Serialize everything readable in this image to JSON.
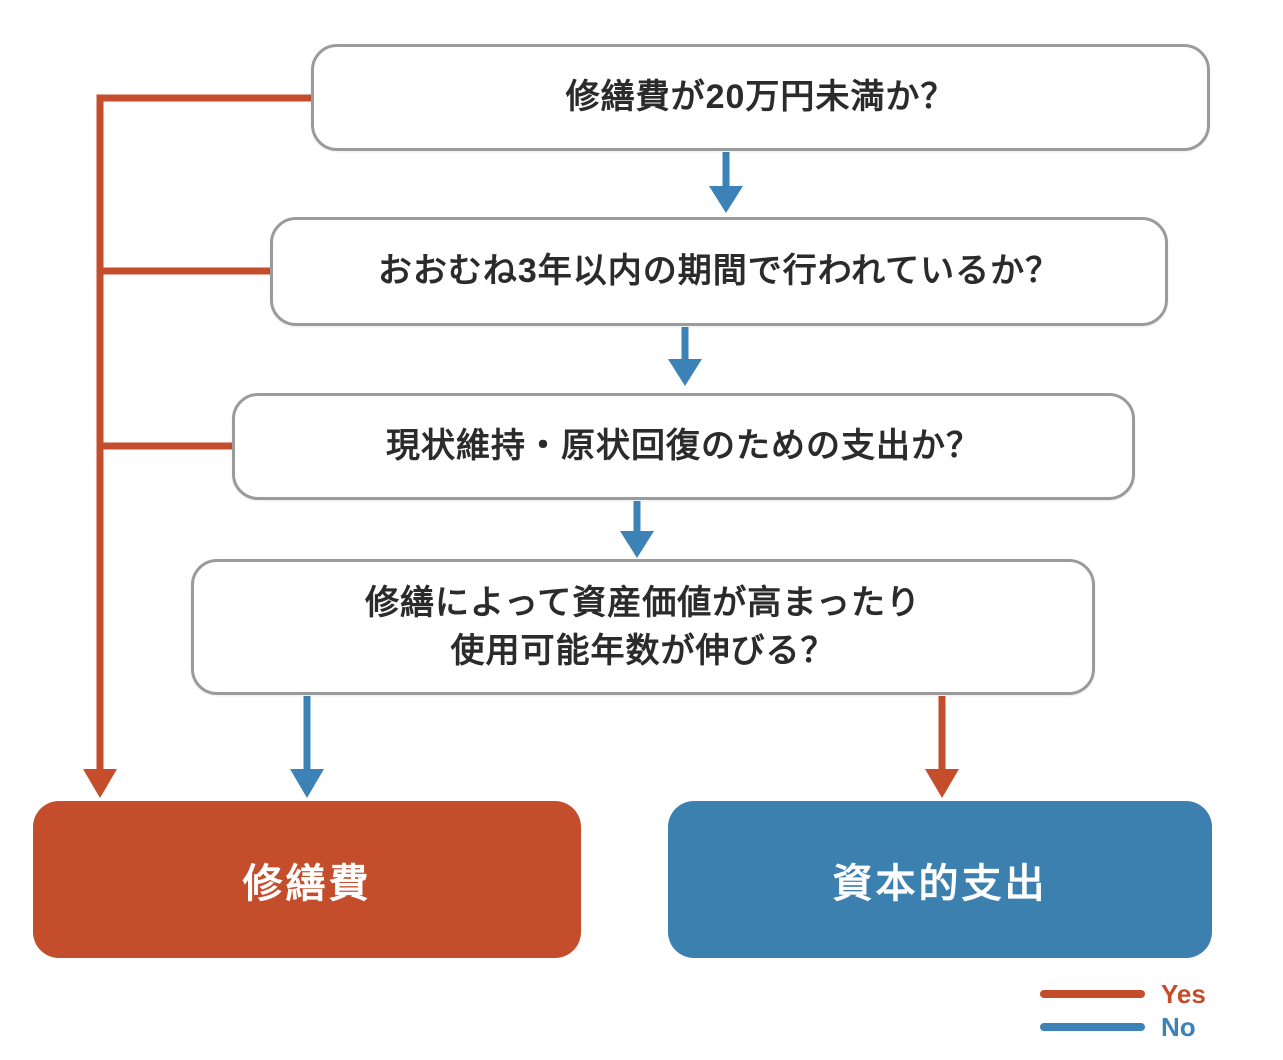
{
  "colors": {
    "yes_red": "#c44d2b",
    "no_blue": "#3d82b6",
    "result_repair_bg": "#c44d2b",
    "result_capital_bg": "#3c80b0",
    "box_border_gray": "#9b9b9b",
    "question_text": "#2b2b2b"
  },
  "flowchart": {
    "questions": [
      {
        "text": "修繕費が20万円未満か？"
      },
      {
        "text": "おおむね3年以内の期間で行われているか？"
      },
      {
        "text": "現状維持・原状回復のための支出か？"
      },
      {
        "line1": "修繕によって資産価値が高まったり",
        "line2": "使用可能年数が伸びる？"
      }
    ],
    "results": [
      {
        "label": "修繕費",
        "color": "#c44d2b"
      },
      {
        "label": "資本的支出",
        "color": "#3c80b0"
      }
    ],
    "legend": [
      {
        "label": "Yes",
        "color": "#c44d2b"
      },
      {
        "label": "No",
        "color": "#3d82b6"
      }
    ]
  }
}
